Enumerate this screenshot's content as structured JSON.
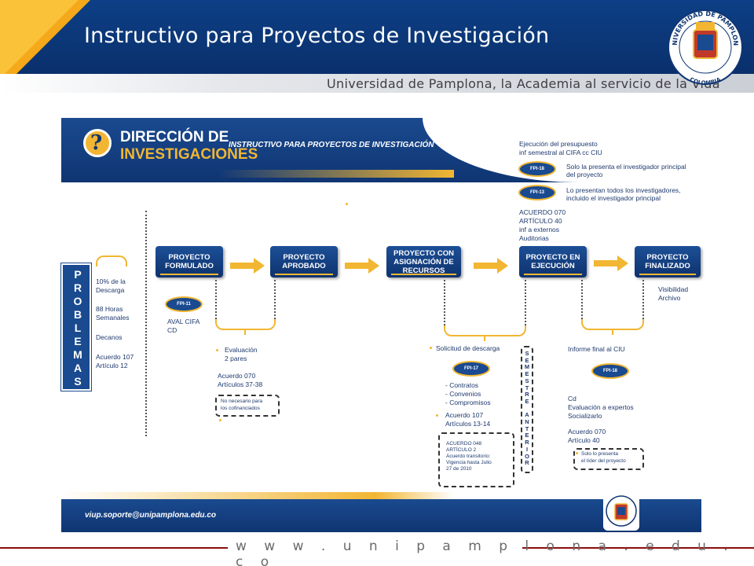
{
  "slide": {
    "title": "Instructivo para Proyectos de Investigación",
    "subtitle": "Universidad de Pamplona, la Academia al servicio de la Vida",
    "url": "w w w . u n i p a m p l o n a . e d u . c o",
    "seal_text_top": "UNIVERSIDAD DE PAMPLONA",
    "seal_text_bottom": "COLOMBIA"
  },
  "card": {
    "brand_line1": "DIRECCIÓN DE",
    "brand_line2": "INVESTIGACIONES",
    "instructivo": "INSTRUCTIVO PARA PROYECTOS DE INVESTIGACIÓN",
    "email": "viup.soporte@unipamplona.edu.co"
  },
  "problemas": {
    "letters": [
      "P",
      "R",
      "O",
      "B",
      "L",
      "E",
      "M",
      "A",
      "S"
    ],
    "items": [
      "10% de la",
      "Descarga",
      "88 Horas",
      "Semanales",
      "Decanos",
      "Acuerdo 107",
      "Artículo 12"
    ]
  },
  "stages": {
    "formulado": "PROYECTO FORMULADO",
    "aprobado": "PROYECTO APROBADO",
    "asignacion": "PROYECTO CON ASIGNACIÓN DE RECURSOS",
    "ejecucion": "PROYECTO EN EJECUCIÓN",
    "finalizado": "PROYECTO FINALIZADO"
  },
  "formulado": {
    "pill": "FPI-11",
    "aval": "AVAL CIFA",
    "cd": "CD",
    "evaluacion1": "Evaluación",
    "evaluacion2": "2 pares",
    "acuerdo1": "Acuerdo 070",
    "acuerdo2": "Artículos 37-38",
    "note1": "No necesario para",
    "note2": "los cofinanciados"
  },
  "asignacion": {
    "solicitud": "Solicitud de descarga",
    "pill": "FPI-17",
    "l1": "- Contratos",
    "l2": "- Convenios",
    "l3": "- Compromisos",
    "acuerdo1": "Acuerdo 107",
    "acuerdo2": "Artículos 13-14",
    "box1": "ACUERDO 048",
    "box2": "ARTÍCULO 2",
    "box3": "Acuerdo transitorio:",
    "box4": "Vigencia hasta Julio",
    "box5": "27 de 2010",
    "semestre": [
      "S",
      "E",
      "M",
      "E",
      "S",
      "T",
      "R",
      "E",
      " ",
      "A",
      "N",
      "T",
      "E",
      "R",
      "I",
      "O",
      "R"
    ]
  },
  "ejecucion": {
    "top1": "Ejecución del presupuesto",
    "top2": "inf semestral al CIFA cc CIU",
    "pill1": "FPI-18",
    "pill1_t1": "Solo la presenta el investigador principal",
    "pill1_t2": "del proyecto",
    "pill2": "FPI-13",
    "pill2_t1": "Lo presentan todos los investigadores,",
    "pill2_t2": "incluido el investigador principal",
    "ac1": "ACUERDO 070",
    "ac2": "ARTÍCULO 40",
    "ac3": "inf a externos",
    "ac4": "Auditorias",
    "informe": "Informe final al CIU",
    "pill3": "FPI-18",
    "cd": "Cd",
    "eval": "Evaluación a expertos",
    "social": "Socializarlo",
    "acu1": "Acuerdo 070",
    "acu2": "Artículo 40",
    "note1": "Solo lo presenta",
    "note2": "el líder del proyecto"
  },
  "finalizado": {
    "l1": "Visibilidad",
    "l2": "Archivo"
  }
}
